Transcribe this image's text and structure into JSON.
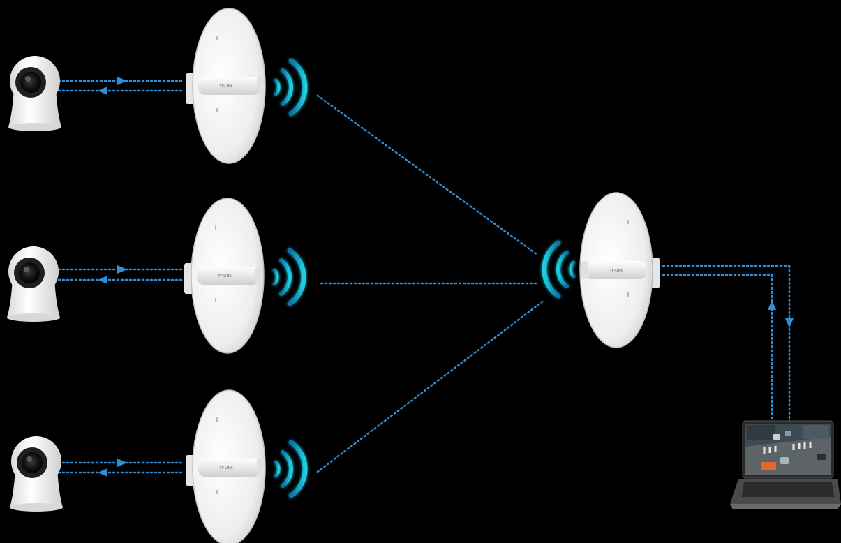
{
  "diagram": {
    "background": "#000000",
    "link_color": "#2f8fd8",
    "wave_color": "#14b8d8",
    "device_color": "#f2f2f2",
    "cameras": [
      {
        "icon": "ip-camera-icon",
        "row": "top"
      },
      {
        "icon": "ip-camera-icon",
        "row": "middle"
      },
      {
        "icon": "ip-camera-icon",
        "row": "bottom"
      }
    ],
    "client_antennas": [
      {
        "icon": "dish-antenna-icon",
        "brand": "TP-LINK"
      },
      {
        "icon": "dish-antenna-icon",
        "brand": "TP-LINK"
      },
      {
        "icon": "dish-antenna-icon",
        "brand": "TP-LINK"
      }
    ],
    "base_antenna": {
      "icon": "dish-antenna-icon",
      "brand": "TP-LINK"
    },
    "laptop": {
      "icon": "laptop-icon",
      "screen": "traffic-surveillance-view"
    }
  }
}
